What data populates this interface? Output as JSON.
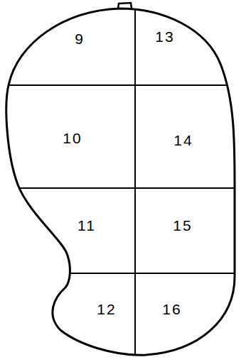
{
  "diagram": {
    "labels": [
      "9",
      "13",
      "10",
      "14",
      "11",
      "15",
      "12",
      "16"
    ]
  }
}
